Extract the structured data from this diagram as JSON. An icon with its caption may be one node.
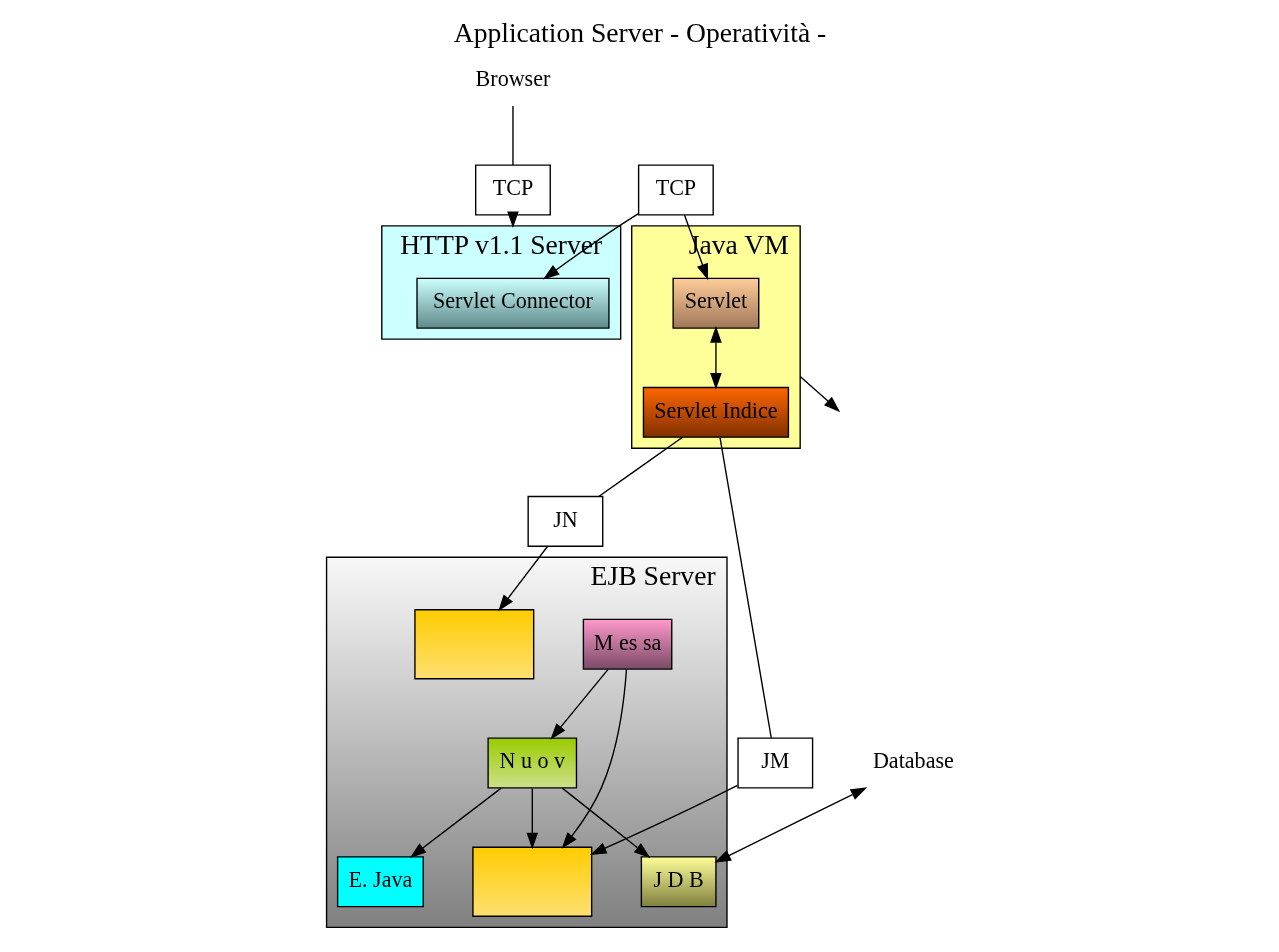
{
  "diagram": {
    "title": "Application Server - Operatività -",
    "nodes": [
      {
        "text": [
          "Browser"
        ]
      },
      {
        "text": [
          "TCP"
        ]
      },
      {
        "text": [
          "HTTP v1.1 Server"
        ]
      },
      {
        "text": [
          "Servlet Connector"
        ],
        "in": 2
      },
      {
        "text": [
          "TCP"
        ]
      },
      {
        "text": [
          "Java VM"
        ]
      },
      {
        "text": [
          "Servlet"
        ],
        "in": 5
      },
      {
        "text": [
          "Servlet Indice"
        ],
        "in": 5
      },
      {
        "text": [
          "EJB Server"
        ]
      },
      {
        "text": [
          "E. Java"
        ],
        "in": 8
      },
      {
        "text": [
          "M es sa"
        ],
        "in": 8
      },
      {
        "text": [
          "N u o v"
        ],
        "in": 8
      },
      {
        "text": [],
        "shape": "box",
        "in": 8
      },
      {
        "text": [],
        "shape": "box",
        "in": 8
      },
      {
        "text": [
          "J D B"
        ],
        "in": 8
      },
      {
        "text": [
          "JN"
        ]
      },
      {
        "text": [
          "JM"
        ]
      },
      {
        "text": [
          "Database"
        ]
      }
    ],
    "edges": [
      {
        "from": 0,
        "to": 1,
        "arrow": "none"
      },
      {
        "from": 1,
        "to": 2,
        "arrow": "to"
      },
      {
        "from": 4,
        "to": 3,
        "arrow": "to"
      },
      {
        "from": 4,
        "to": 6,
        "arrow": "to"
      },
      {
        "from": 5,
        "to": null,
        "arrow": "to"
      },
      {
        "from": 6,
        "to": 7,
        "arrow": "both"
      },
      {
        "from": 7,
        "to": 15,
        "arrow": "none"
      },
      {
        "from": 7,
        "to": 16,
        "arrow": "none"
      },
      {
        "from": 15,
        "to": 12,
        "arrow": "to"
      },
      {
        "from": 16,
        "to": 13,
        "arrow": "to"
      },
      {
        "from": 11,
        "to": 9,
        "arrow": "to"
      },
      {
        "from": 10,
        "to": 11,
        "arrow": "to"
      },
      {
        "from": 10,
        "to": 13,
        "arrow": "to"
      },
      {
        "from": 11,
        "to": 13,
        "arrow": "to"
      },
      {
        "from": 11,
        "to": 14,
        "arrow": "to"
      },
      {
        "from": 17,
        "to": 14,
        "arrow": "both"
      }
    ]
  }
}
